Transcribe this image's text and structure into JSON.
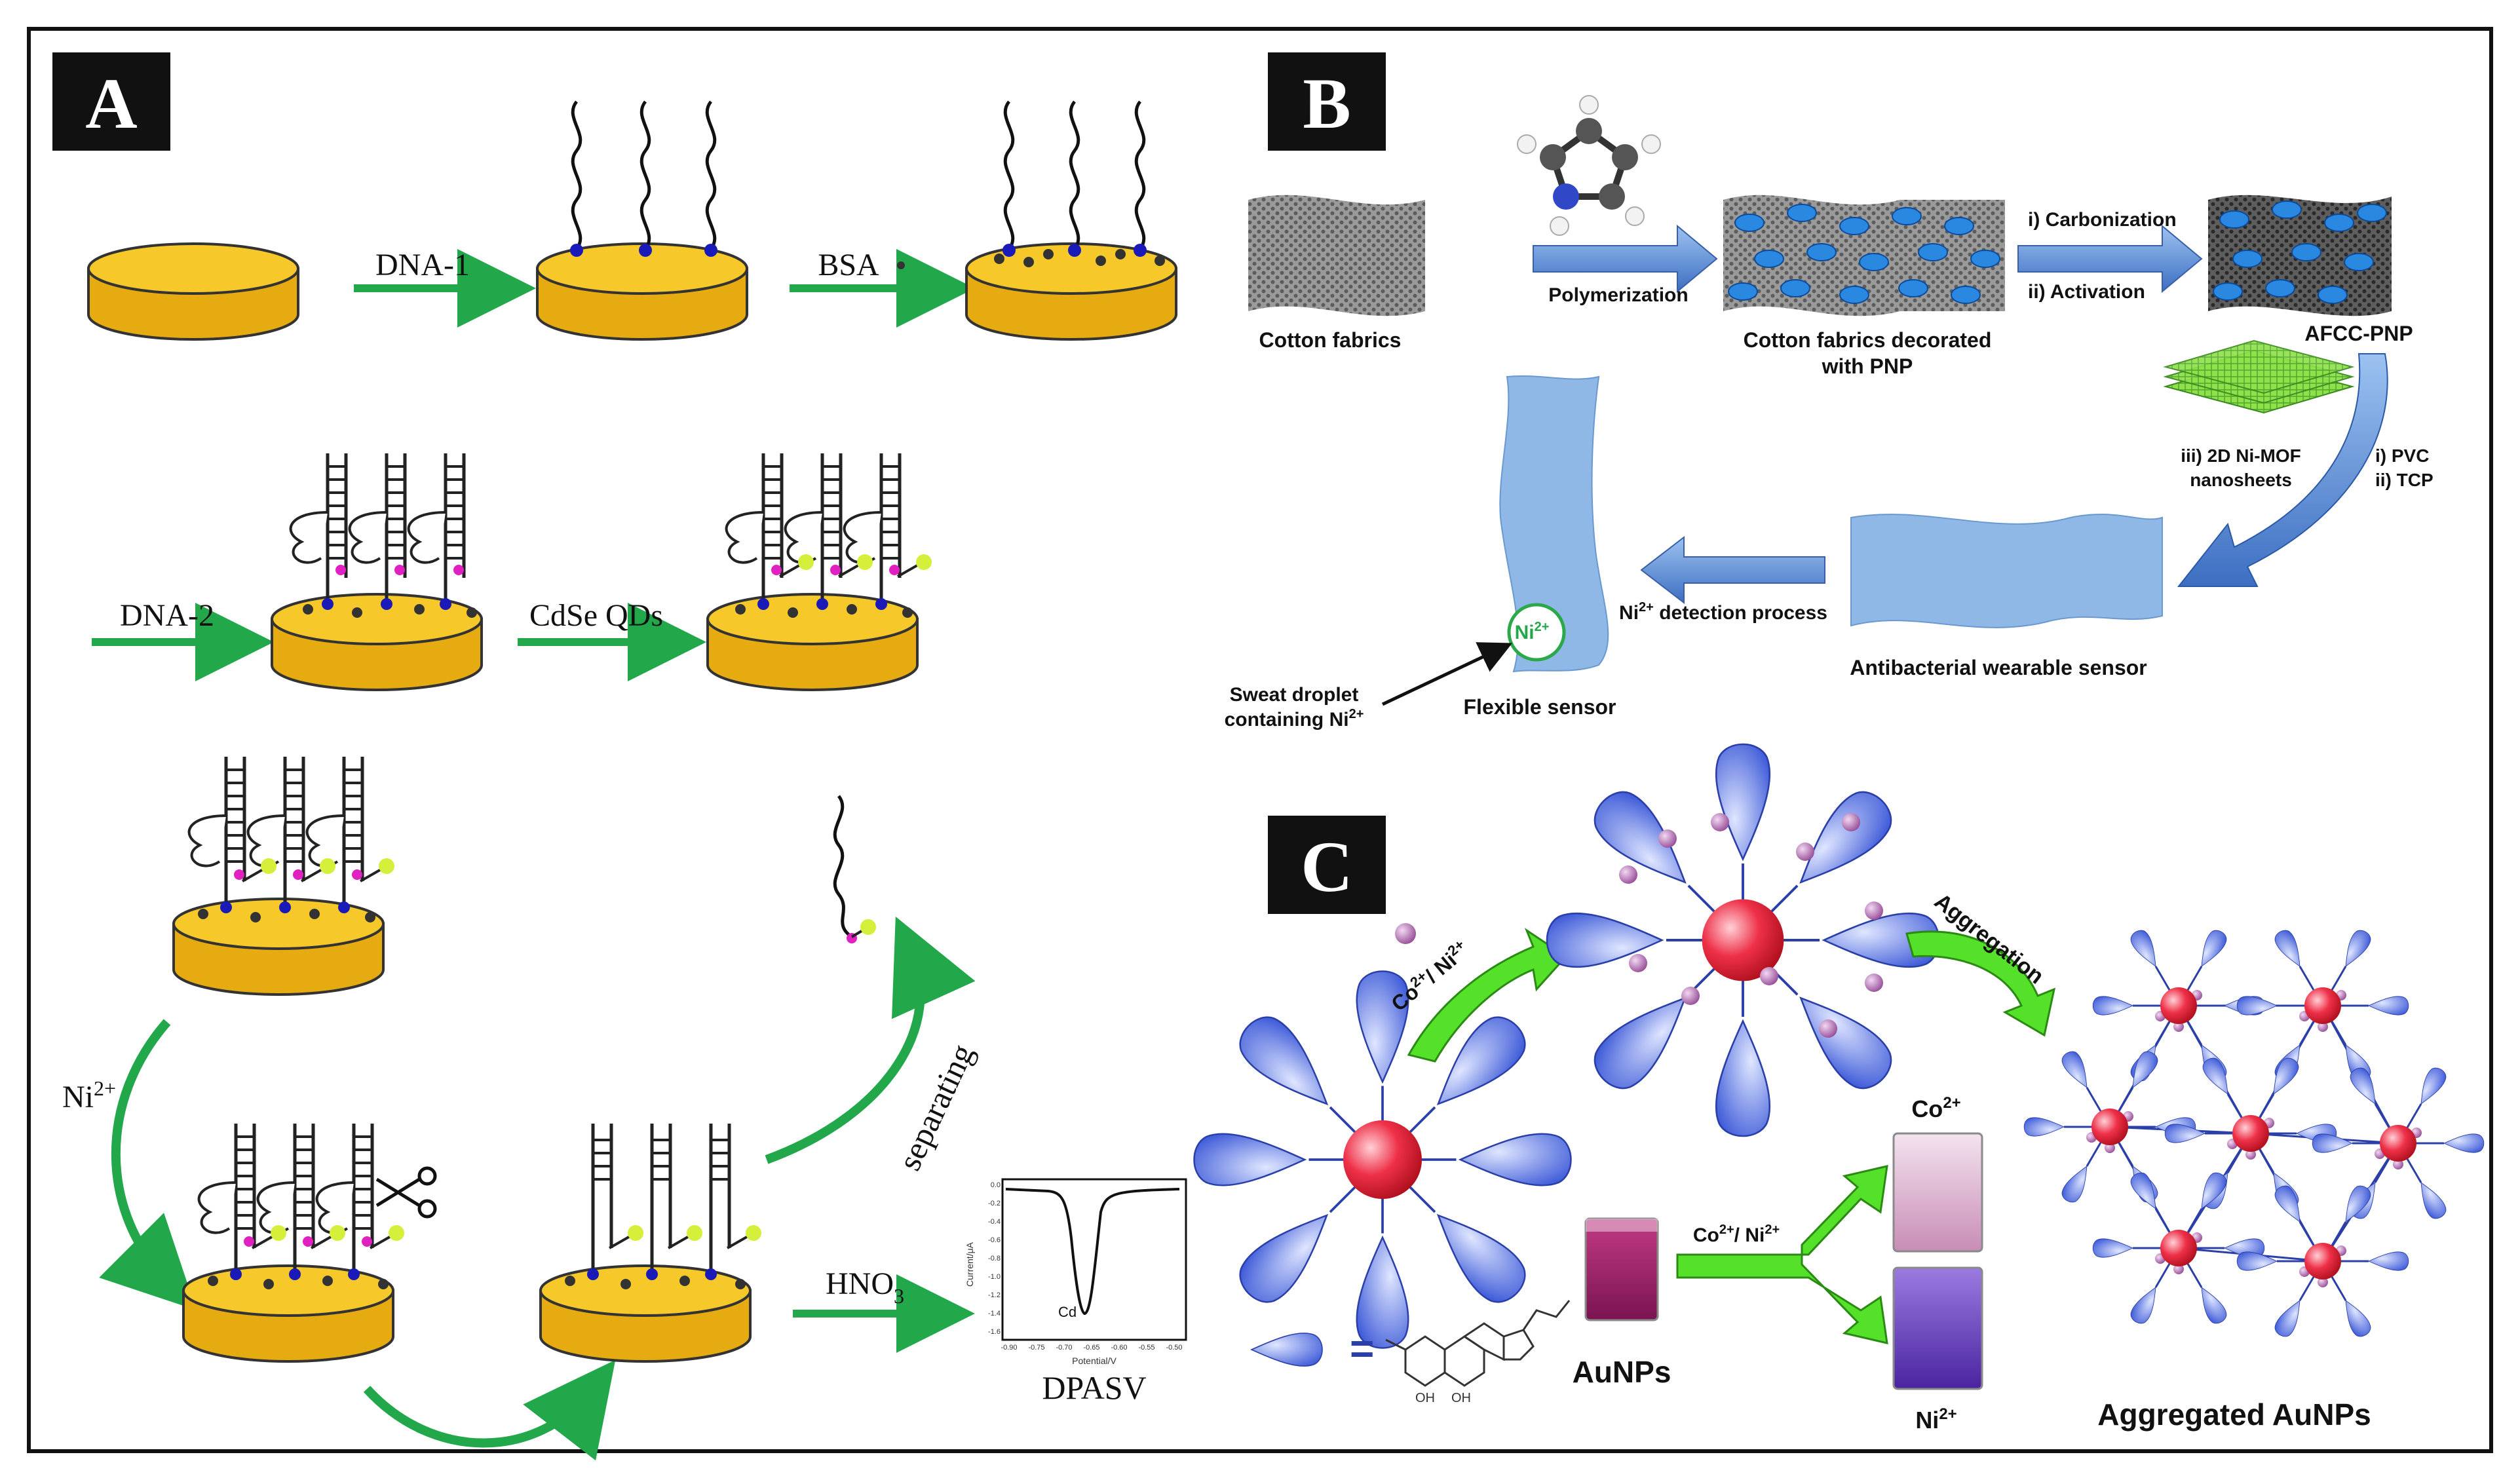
{
  "panels": {
    "A": {
      "label": "A",
      "steps": {
        "dna1": "DNA-1",
        "bsa": "BSA",
        "dna2": "DNA-2",
        "cdse": "CdSe QDs",
        "ni": "Ni",
        "ni_sup": "2+",
        "separating": "separating",
        "hno3_main": "HNO",
        "hno3_sub": "3",
        "dpasv": "DPASV"
      },
      "voltammogram": {
        "peak_label": "Cd",
        "ylabel": "Current/μA",
        "xlabel": "Potential/V",
        "yticks": [
          "0.0",
          "-0.2",
          "-0.4",
          "-0.6",
          "-0.8",
          "-1.0",
          "-1.2",
          "-1.4",
          "-1.6"
        ],
        "xticks": [
          "-0.90",
          "-0.75",
          "-0.70",
          "-0.65",
          "-0.60",
          "-0.55",
          "-0.50"
        ]
      }
    },
    "B": {
      "label": "B",
      "cotton": "Cotton fabrics",
      "polymerization": "Polymerization",
      "decorated_1": "Cotton fabrics decorated",
      "decorated_2": "with PNP",
      "carbonization": "i) Carbonization",
      "activation": "ii) Activation",
      "afcc": "AFCC-PNP",
      "mof_1": "iii) 2D Ni-MOF",
      "mof_2": "nanosheets",
      "pvc": "i) PVC",
      "tcp": "ii) TCP",
      "antibacterial": "Antibacterial wearable sensor",
      "detection_prefix": "Ni",
      "detection_sup": "2+",
      "detection_suffix": " detection process",
      "flexible": "Flexible sensor",
      "droplet_1": "Sweat droplet",
      "droplet_2": "containing Ni",
      "droplet_sup": "2+",
      "ni_badge": "Ni",
      "ni_badge_sup": "2+"
    },
    "C": {
      "label": "C",
      "ions_arrow": "Co",
      "ions_sup1": "2+",
      "ions_mid": "/ Ni",
      "ions_sup2": "2+",
      "aggregation": "Aggregation",
      "co_label": "Co",
      "co_sup": "2+",
      "ni_label": "Ni",
      "ni_sup": "2+",
      "vial_arrow": "Co",
      "vial_sup1": "2+",
      "vial_mid": "/ Ni",
      "vial_sup2": "2+",
      "aunps": "AuNPs",
      "aggregated": "Aggregated AuNPs",
      "equals": "="
    }
  },
  "colors": {
    "gold_top": "#f5c518",
    "gold_side": "#e2a70f",
    "green_arrow": "#22a84a",
    "blue_arrow": "#5b8fd6",
    "sensor_blue": "#8fb8e6",
    "ligand_blue": "#5a78e0",
    "au_red": "#e8283c",
    "co_pink": "#d9a3c4",
    "ni_violet": "#6a3db3",
    "bright_green": "#55e02a"
  }
}
